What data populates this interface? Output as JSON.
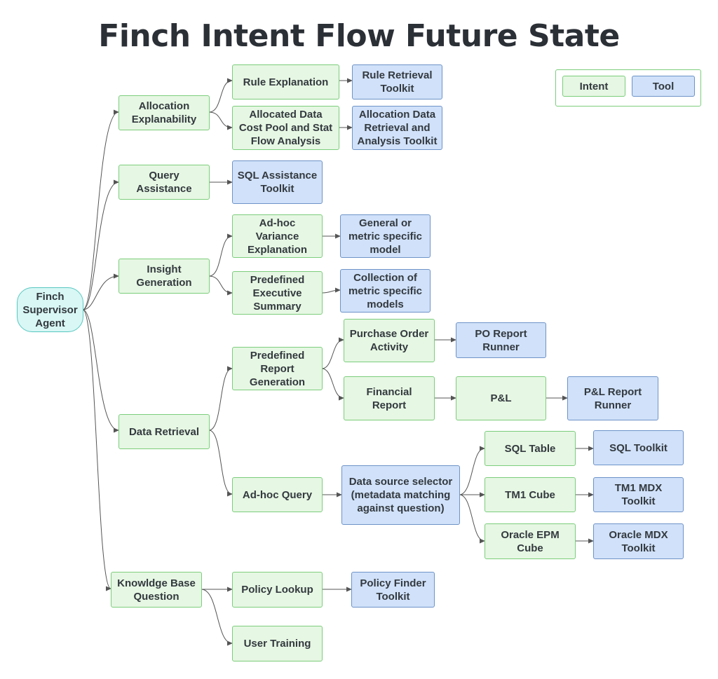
{
  "title": "Finch Intent Flow Future State",
  "legend": {
    "intent": "Intent",
    "tool": "Tool"
  },
  "colors": {
    "intent_fill": "#e6f7e3",
    "intent_border": "#7ccd7c",
    "tool_fill": "#d0e1f9",
    "tool_border": "#6e93c8",
    "root_fill": "#d8f7f5",
    "edge": "#555555"
  },
  "nodes": {
    "root": "Finch\nSupervisor\nAgent",
    "allocation_explainability": "Allocation\nExplanability",
    "rule_explanation": "Rule Explanation",
    "rule_retrieval_toolkit": "Rule Retrieval\nToolkit",
    "allocated_data_analysis": "Allocated Data\nCost Pool and Stat\nFlow Analysis",
    "allocation_data_toolkit": "Allocation Data\nRetrieval and\nAnalysis Toolkit",
    "query_assistance": "Query\nAssistance",
    "sql_assistance_toolkit": "SQL Assistance\nToolkit",
    "insight_generation": "Insight\nGeneration",
    "adhoc_variance": "Ad-hoc\nVariance\nExplanation",
    "general_metric_model": "General or\nmetric specific\nmodel",
    "predefined_exec_summary": "Predefined\nExecutive\nSummary",
    "collection_metric_models": "Collection of\nmetric specific\nmodels",
    "data_retrieval": "Data Retrieval",
    "predefined_report_generation": "Predefined\nReport\nGeneration",
    "purchase_order_activity": "Purchase Order\nActivity",
    "po_report_runner": "PO Report\nRunner",
    "financial_report": "Financial\nReport",
    "pl": "P&L",
    "pl_report_runner": "P&L Report\nRunner",
    "adhoc_query": "Ad-hoc Query",
    "data_source_selector": "Data source selector\n(metadata matching\nagainst question)",
    "sql_table": "SQL Table",
    "sql_toolkit": "SQL Toolkit",
    "tm1_cube": "TM1 Cube",
    "tm1_mdx_toolkit": "TM1 MDX\nToolkit",
    "oracle_epm_cube": "Oracle EPM\nCube",
    "oracle_mdx_toolkit": "Oracle MDX\nToolkit",
    "knowledge_base_question": "Knowldge Base\nQuestion",
    "policy_lookup": "Policy Lookup",
    "policy_finder_toolkit": "Policy Finder\nToolkit",
    "user_training": "User Training"
  }
}
